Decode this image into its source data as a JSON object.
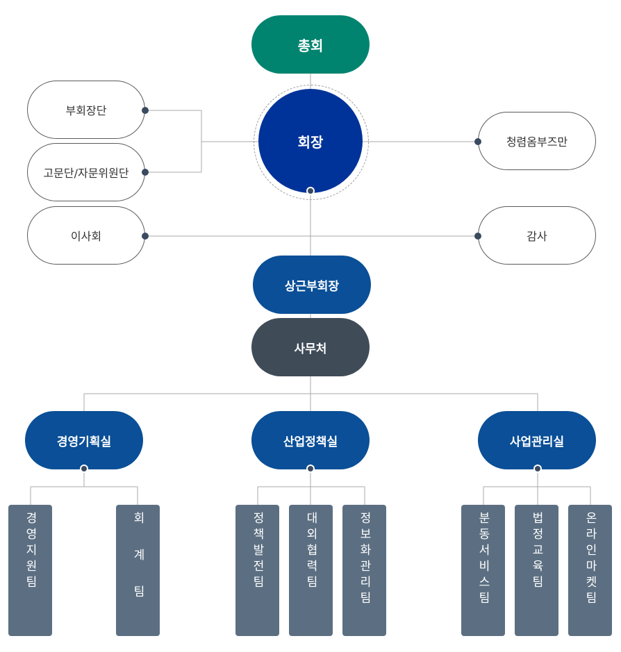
{
  "top": {
    "general_assembly": "총회",
    "president": "회장"
  },
  "left": {
    "vice_presidents": "부회장단",
    "advisory": "고문단/자문위원단",
    "board": "이사회"
  },
  "right": {
    "ombudsman": "청렴옴부즈만",
    "audit": "감사"
  },
  "center": {
    "standing_vp": "상근부회장",
    "secretariat": "사무처"
  },
  "offices": [
    {
      "name": "경영기획실",
      "teams": [
        "경영지원팀",
        "회 계 팀"
      ]
    },
    {
      "name": "산업정책실",
      "teams": [
        "정책발전팀",
        "대외협력팀",
        "정보화관리팀"
      ]
    },
    {
      "name": "사업관리실",
      "teams": [
        "분동서비스팀",
        "법정교육팀",
        "온라인마켓팀"
      ]
    }
  ],
  "colors": {
    "assembly": "#00846f",
    "president": "#003399",
    "office_blue": "#0a4f97",
    "secretariat": "#3f4b57",
    "team": "#5c6f82",
    "line": "#9a9a9a"
  }
}
